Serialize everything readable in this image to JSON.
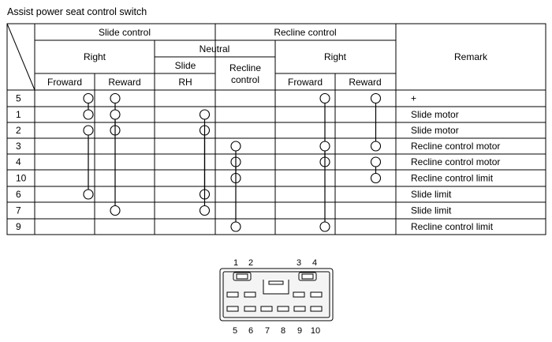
{
  "caption": "Assist power seat control switch",
  "headers": {
    "slide_control": "Slide control",
    "recline_control": "Recline control",
    "neutral": "Neutral",
    "slide": "Slide",
    "slide_rh": "RH",
    "recline_control_col": [
      "Recline",
      "control"
    ],
    "right_slide": "Right",
    "right_recline": "Right",
    "remark": "Remark",
    "froward_1": "Froward",
    "reward_1": "Reward",
    "froward_2": "Froward",
    "reward_2": "Reward"
  },
  "rows": [
    {
      "terminal": "5",
      "remark": "+"
    },
    {
      "terminal": "1",
      "remark": "Slide motor"
    },
    {
      "terminal": "2",
      "remark": "Slide motor"
    },
    {
      "terminal": "3",
      "remark": "Recline control motor"
    },
    {
      "terminal": "4",
      "remark": "Recline control motor"
    },
    {
      "terminal": "10",
      "remark": "Recline control limit"
    },
    {
      "terminal": "6",
      "remark": "Slide limit"
    },
    {
      "terminal": "7",
      "remark": "Slide limit"
    },
    {
      "terminal": "9",
      "remark": "Recline control limit"
    }
  ],
  "continuity": [
    {
      "column": 0,
      "rows": [
        0,
        1
      ]
    },
    {
      "column": 0,
      "rows": [
        2,
        6
      ]
    },
    {
      "column": 1,
      "rows": [
        0,
        2
      ]
    },
    {
      "column": 1,
      "rows": [
        1,
        7
      ]
    },
    {
      "column": 2,
      "rows": [
        2,
        6
      ]
    },
    {
      "column": 2,
      "rows": [
        1,
        7
      ]
    },
    {
      "column": 3,
      "rows": [
        4,
        5
      ]
    },
    {
      "column": 3,
      "rows": [
        3,
        8
      ]
    },
    {
      "column": 4,
      "rows": [
        0,
        4
      ]
    },
    {
      "column": 4,
      "rows": [
        3,
        8
      ]
    },
    {
      "column": 5,
      "rows": [
        0,
        3
      ]
    },
    {
      "column": 5,
      "rows": [
        4,
        5
      ]
    }
  ],
  "connector": {
    "top_pins": [
      "1",
      "2",
      "3",
      "4"
    ],
    "bottom_pins": [
      "5",
      "6",
      "7",
      "8",
      "9",
      "10"
    ]
  }
}
